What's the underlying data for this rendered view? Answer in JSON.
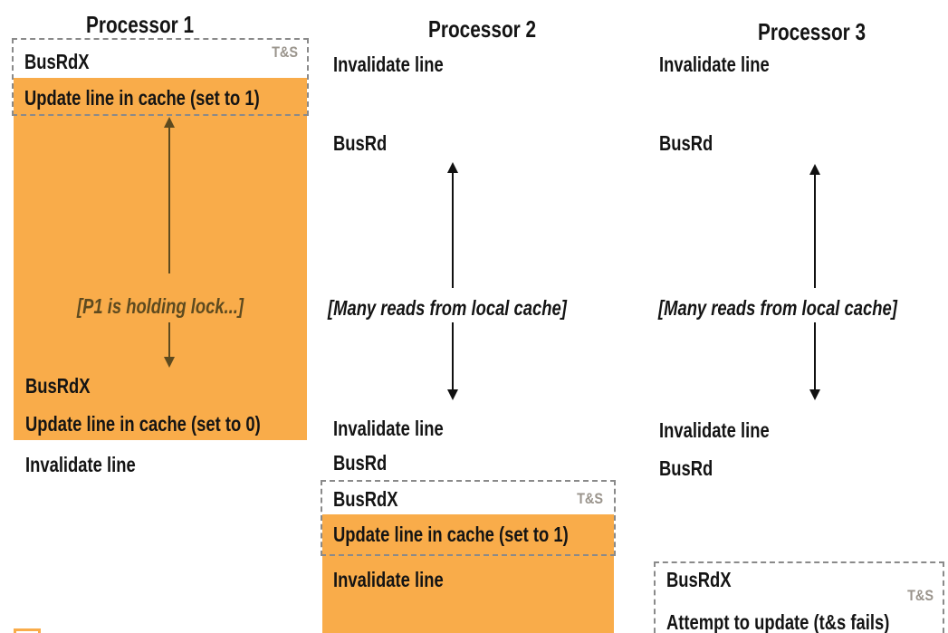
{
  "palette": {
    "orange_block": "#F9AC4A",
    "dashed_border_gray": "#8A8A8A",
    "ts_label_gray": "#9A948C",
    "p1_accent_brown": "#5D4A1F",
    "text_black": "#141414"
  },
  "p1": {
    "title": "Processor 1",
    "busrdx_1": "BusRdX",
    "ts": "T&S",
    "update_set1": "Update line in cache (set to 1)",
    "holding_label": "[P1 is holding lock...]",
    "busrdx_2": "BusRdX",
    "update_set0": "Update line in cache (set to 0)",
    "invalidate": "Invalidate line"
  },
  "p2": {
    "title": "Processor 2",
    "invalidate_1": "Invalidate line",
    "busrd_1": "BusRd",
    "reads_label": "[Many reads from local cache]",
    "invalidate_2": "Invalidate line",
    "busrd_2": "BusRd",
    "busrdx": "BusRdX",
    "ts": "T&S",
    "update_set1": "Update line in cache (set to 1)",
    "invalidate_3": "Invalidate line"
  },
  "p3": {
    "title": "Processor 3",
    "invalidate_1": "Invalidate line",
    "busrd_1": "BusRd",
    "reads_label": "[Many reads from local cache]",
    "invalidate_2": "Invalidate line",
    "busrd_2": "BusRd",
    "busrdx": "BusRdX",
    "ts": "T&S",
    "attempt": "Attempt to update (t&s fails)"
  }
}
